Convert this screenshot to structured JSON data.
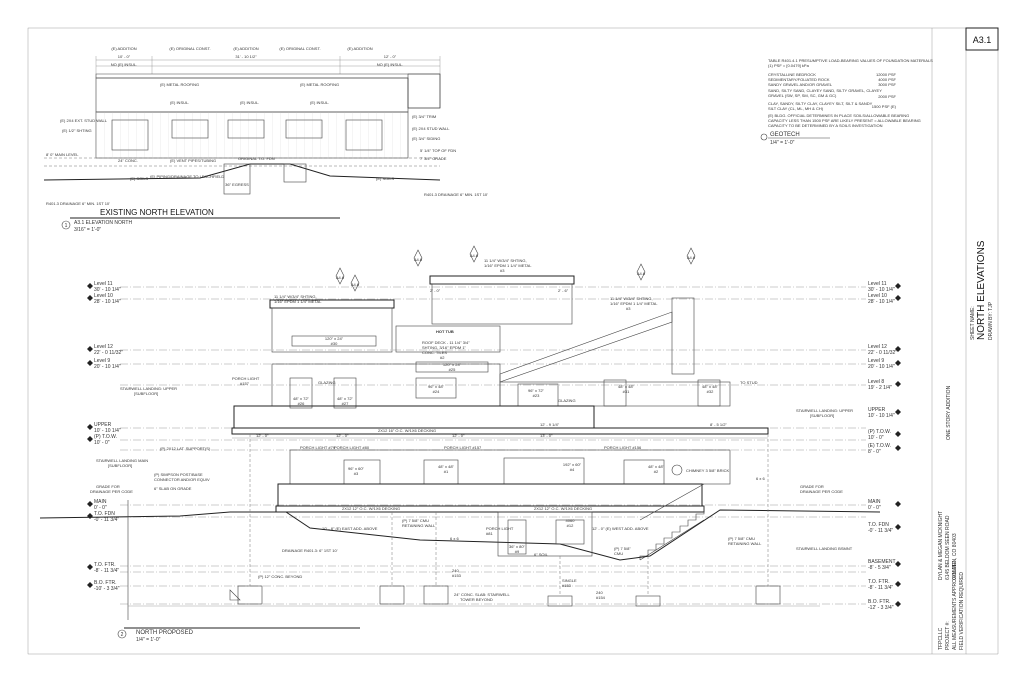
{
  "sheet": {
    "number": "A3.1",
    "sheet_name_label": "SHEET NAME:",
    "sheet_title": "NORTH ELEVATIONS",
    "drawn_by": "DRAWN BY: TJP",
    "scope": "ONE STORY ADDITION",
    "owner": [
      "DYLAN & MEGAN MCKNIGHT",
      "6145 BELDOM SEEN ROAD",
      "GOLDEN, CO 80403"
    ],
    "company": [
      "TFPCLLC",
      "PROJECT #:",
      "ALL MEASUREMENTS APPROXIMATE",
      "FIELD VERIFICATION REQUIRED"
    ]
  },
  "existing_view": {
    "title": "EXISTING NORTH ELEVATION",
    "ref_number": "1",
    "ref_label": "A3.1 ELEVATION NORTH",
    "ref_scale": "3/16\" = 1'-0\"",
    "top_dims": [
      "10' - 0\"",
      "31' - 10 1/2\"",
      "12' - 0\""
    ],
    "top_notes": [
      "(E) ADDITION",
      "(E) ORIGINAL CONST.",
      "(E) ADDITION",
      "(E) ORIGINAL CONST.",
      "(E) ADDITION"
    ],
    "labels": [
      "(E) METAL ROOFING",
      "(E) METAL ROOFING",
      "(E) INSUL.",
      "(E) INSUL.",
      "(E) INSUL.",
      "NO (E) INSUL.",
      "NO (E) INSUL.",
      "(E) 2X4 EXT. STUD WALL",
      "(E) 2X4 STUD WALL",
      "(E) 1/2\" SHTING",
      "(E) 3/4\" SIDING",
      "(E) 3/4\" TRIM",
      "24\" CONC.",
      "(E) VENT PIPES/TUBING",
      "ORIGINAL T.O. FDN",
      "(E) PIPING/DRAINAGE TO LEACHFIELD",
      "36\" EGRESS",
      "(E) SOILS",
      "(E) SOILS",
      "8' 0\" MAIN LEVEL",
      "5' 1/4\" TOP OF FDN",
      "7' 3/4\" GRADE",
      "R401.3 DRAINAGE 6\" MIN. 1ST 10'"
    ]
  },
  "table": {
    "title": "TABLE R401.4.1 PRESUMPTIVE LOAD-BEARING VALUES OF FOUNDATION MATERIALS",
    "subtitle": "(1) PSF = [0.0479] kPa",
    "rows": [
      {
        "material": "CRYSTALLINE BEDROCK",
        "value": "12000 PSF"
      },
      {
        "material": "SEDIMENTARY/FOLIATED ROCK",
        "value": "4000 PSF"
      },
      {
        "material": "SANDY GRAVEL AND/OR GRAVEL",
        "value": "3000 PSF"
      },
      {
        "material": "SAND, SILTY SAND, CLAYEY SAND, SILTY GRAVEL, CLAYEY GRAVEL (SW, SP, SM, SC, GM & GC)",
        "value": "2000 PSF"
      },
      {
        "material": "CLAY, SANDY, SILTY CLAY, CLAYEY SILT, SILT & SANDY SILT CLAY (CL, ML, MH & CH)",
        "value": "1500 PSF (E)"
      }
    ],
    "note": "(E) BLDG. OFFICIAL DETERMINES IN PLACE SOILS/ALLOWABLE BEARING CAPACITY LESS THAN 1500 PSF ARE LIKELY PRESENT = ALLOWABLE BEARING CAPACITY TO BE DETERMINED BY A SOILS INVESTIGATION",
    "geotech_label": "GEOTECH",
    "geotech_scale": "1/4\" = 1'-0\""
  },
  "proposed_view": {
    "title": "NORTH PROPOSED",
    "ref_number": "2",
    "ref_scale": "1/4\" = 1'-0\""
  },
  "levels_left": [
    {
      "name": "Level 11",
      "elev": "30' - 10 1/4\""
    },
    {
      "name": "Level 10",
      "elev": "28' - 10 1/4\""
    },
    {
      "name": "Level 12",
      "elev": "22' - 0 11/32\""
    },
    {
      "name": "Level 9",
      "elev": "20' - 10 1/4\""
    },
    {
      "name": "UPPER",
      "elev": "10' - 10 1/4\""
    },
    {
      "name": "(P) T.O.W.",
      "elev": "10' - 0\""
    },
    {
      "name": "MAIN",
      "elev": "0' - 0\""
    },
    {
      "name": "T.O. FDN",
      "elev": "-0' - 11 3/4\""
    },
    {
      "name": "T.O. FTR.",
      "elev": "-8' - 11 3/4\""
    },
    {
      "name": "B.O. FTR.",
      "elev": "-10' - 3 3/4\""
    }
  ],
  "levels_right": [
    {
      "name": "Level 11",
      "elev": "30' - 10 1/4\""
    },
    {
      "name": "Level 10",
      "elev": "28' - 10 1/4\""
    },
    {
      "name": "Level 12",
      "elev": "22' - 0 11/32\""
    },
    {
      "name": "Level 9",
      "elev": "20' - 10 1/4\""
    },
    {
      "name": "Level 8",
      "elev": "19' - 2 1/4\""
    },
    {
      "name": "UPPER",
      "elev": "10' - 10 1/4\""
    },
    {
      "name": "(P) T.O.W.",
      "elev": "10' - 0\""
    },
    {
      "name": "(E) T.O.W.",
      "elev": "8' - 0\""
    },
    {
      "name": "MAIN",
      "elev": "0' - 0\""
    },
    {
      "name": "T.O. FDN",
      "elev": "-0' - 11 3/4\""
    },
    {
      "name": "BASEMENT",
      "elev": "-8' - 5 3/4\""
    },
    {
      "name": "T.O. FTR.",
      "elev": "-8' - 11 3/4\""
    },
    {
      "name": "B.O. FTR.",
      "elev": "-12' - 3 3/4\""
    }
  ],
  "section_markers": [
    "A4.6",
    "A4.6",
    "A4.6",
    "A4.6",
    "A4.6",
    "A4.6"
  ],
  "proposed_labels": {
    "roof_metal_top": [
      "11 1/4\" W/3/4\" SHTING,",
      "1/16\" EPDM 1 1/4\" METAL",
      "#3"
    ],
    "roof_metal_left": [
      "11 1/4\" W/3/4\" SHTING,",
      "1/16\" EPDM 1 1/4\" METAL",
      "#3"
    ],
    "roof_metal_right": [
      "11 1/4\" W/3/4\" SHTING,",
      "1/16\" EPDM 1 1/4\" METAL",
      "#3"
    ],
    "hot_tub": "HOT TUB",
    "roof_deck": [
      "ROOF DECK - 11 1/4\" 3/4\"",
      "SHTING, 3/16\" EPDM 1\"",
      "CONC. TILES",
      "#2"
    ],
    "window_top": [
      "120\" x 24\"",
      "#30"
    ],
    "window_top2": [
      "120\" x 24\"",
      "#25"
    ],
    "porch_light_upper": [
      "PORCH LIGHT",
      "#157"
    ],
    "glazing": "GLAZING",
    "glazing2": "GLAZING",
    "win_48x72_a": [
      "48\" x 72\"",
      "#26"
    ],
    "win_48x72_b": [
      "48\" x 72\"",
      "#27"
    ],
    "win_96x48": [
      "96\" x 48\"",
      "#24"
    ],
    "win_96x72": [
      "96\" x 72\"",
      "#23"
    ],
    "win_48x48_a": [
      "48\" x 48\"",
      "#31"
    ],
    "win_48x48_b": [
      "48\" x 48\"",
      "#32"
    ],
    "to_stud": "TO STUD",
    "stairwell_upper_left": [
      "STAIRWELL LANDING: UPPER",
      "[SUBFLOOR]"
    ],
    "stairwell_upper_right": [
      "STAIRWELL LANDING: UPPER",
      "[SUBFLOOR]"
    ],
    "upper_decking": "2X12 16\" O.C. W/1X6 DECKING",
    "upper_dims": [
      "12' - 0\"",
      "12' - 0\"",
      "12' - 0\"",
      "13' - 0\"",
      "12' - 9 1/4\"",
      "8' - 5 1/2\""
    ],
    "lat_support": "(P) 2X12 LAT. SUPPORT(S)",
    "porch_lights_main": [
      "PORCH LIGHT #79",
      "PORCH LIGHT #80",
      "PORCH LIGHT #157",
      "PORCH LIGHT #156"
    ],
    "win_96x60": [
      "96\" x 60\"",
      "#3"
    ],
    "win_48x48_c": [
      "48\" x 48\"",
      "#1"
    ],
    "win_192x60": [
      "192\" x 60\"",
      "#4"
    ],
    "win_48x48_d": [
      "48\" x 48\"",
      "#2"
    ],
    "chimney": "CHIMNEY 3 5/8\" BRICK",
    "stairwell_main": [
      "STAIRWELL LANDING MAIN",
      "[SUBFLOOR]"
    ],
    "grade_left": [
      "GRADE FOR",
      "DRAINAGE PER CODE"
    ],
    "grade_right": [
      "GRADE FOR",
      "DRAINAGE PER CODE"
    ],
    "post_base": [
      "(P) SIMPSON POST/BASE",
      "CONNECTOR AND/OR EQUIV"
    ],
    "slab_on_grade": "6\" SLAB ON GRADE",
    "main_decking_left": "2X12 12\" O.C. W/1X6 DECKING",
    "main_decking_right": "2X12 12\" O.C. W/1X6 DECKING",
    "east_add": "10' - 8\" (E) EAST ADD. ABOVE",
    "west_add": "12' - 0\" (E) WEST ADD. ABOVE",
    "cmu_left": [
      "(P) 7 5/8\" CMU",
      "RETAINING WALL"
    ],
    "cmu_right": [
      "(P) 7 5/8\" CMU",
      "RETAINING WALL"
    ],
    "cmu_small": [
      "(P) 7 5/8\"",
      "CMU"
    ],
    "drainage": "DRAINAGE R401.3: 6\" 1ST 10'",
    "porch_light_bsmt": [
      "PORCH LIGHT",
      "#81"
    ],
    "door_36x80": [
      "36\" x 80\"",
      "#9"
    ],
    "door_4060": [
      "4060",
      "#12"
    ],
    "soil": "6\" SOIL",
    "stairwell_bsmt": "STAIRWELL LANDING BSMNT",
    "conc_beyond": "(P) 12\" CONC. BEYOND",
    "conc_slab": [
      "24\" CONC. SLAB: STAIRWELL",
      "TOWER BEYOND"
    ],
    "dim_240_a": [
      "240",
      "#153"
    ],
    "single": [
      "SINGLE",
      "#153"
    ],
    "dim_240_b": [
      "240",
      "#154"
    ],
    "sixby6": "6 x 6",
    "sixby6_b": "6 x 6"
  }
}
